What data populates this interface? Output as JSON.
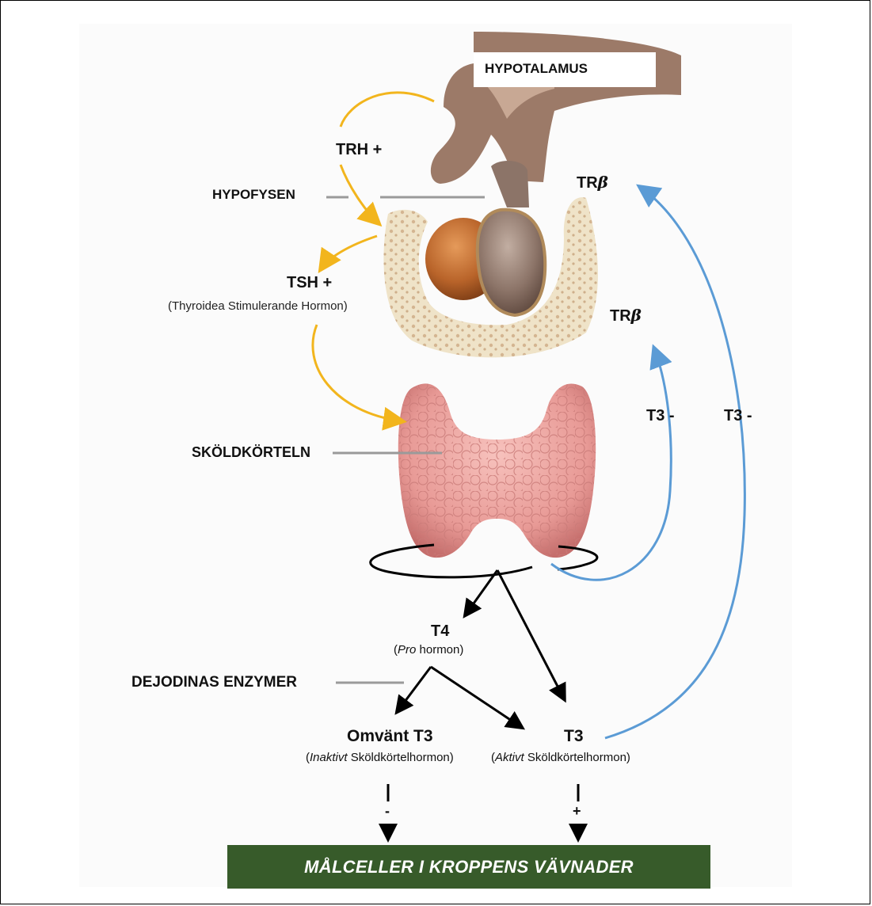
{
  "labels": {
    "hypotalamus": "HYPOTALAMUS",
    "trh": "TRH +",
    "hypofysen": "HYPOFYSEN",
    "trb_top": "TR",
    "trb_top_beta": "β",
    "tsh": "TSH +",
    "tsh_sub": "(Thyroidea Stimulerande Hormon)",
    "trb_mid": "TR",
    "trb_mid_beta": "β",
    "t3_minus_inner": "T3 -",
    "t3_minus_outer": "T3 -",
    "skoldkorteln": "SKÖLDKÖRTELN",
    "t4": "T4",
    "t4_sub_italic": "Pro",
    "t4_sub_rest": " hormon)",
    "t4_sub_open": "(",
    "dejodinas": "DEJODINAS ENZYMER",
    "omvant_t3": "Omvänt T3",
    "omvant_sub_open": "(",
    "omvant_sub_italic": "Inaktivt",
    "omvant_sub_rest": " Sköldkörtelhormon)",
    "t3": "T3",
    "t3_sub_open": "(",
    "t3_sub_italic": "Aktivt",
    "t3_sub_rest": " Sköldkörtelhormon)",
    "minus_sign": "-",
    "plus_sign": "+",
    "target_cells": "MÅLCELLER I KROPPENS VÄVNADER"
  },
  "colors": {
    "stimulation_arrow": "#f2b51d",
    "feedback_arrow": "#5b9bd5",
    "pathway_arrow": "#000000",
    "target_bar": "#375b2a",
    "thyroid": "#e89a96",
    "pituitary_anterior": "#b9642a",
    "pituitary_posterior": "#8c7468",
    "bone": "#efe3c8"
  }
}
